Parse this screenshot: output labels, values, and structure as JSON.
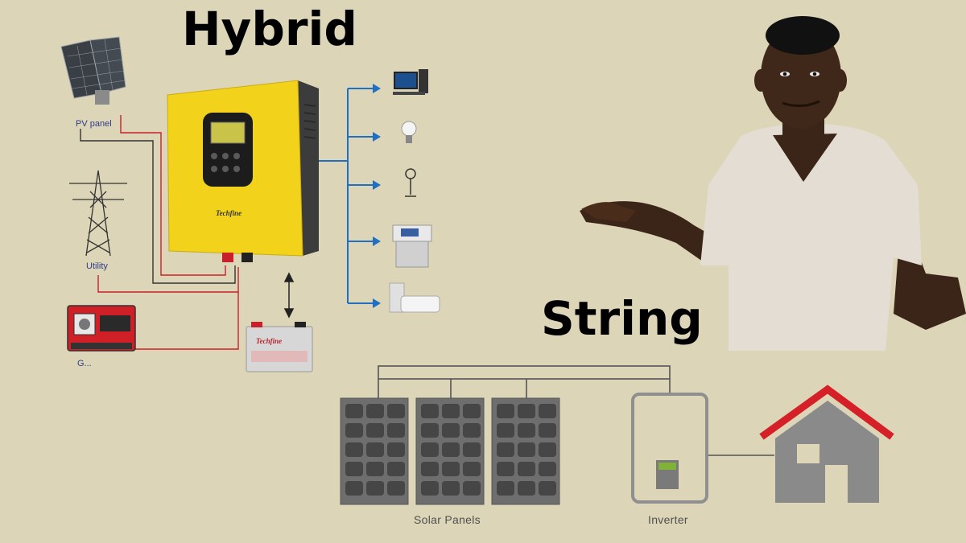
{
  "hybrid": {
    "title": "Hybrid",
    "inverter_brand": "Techfine",
    "battery_brand": "Techfine",
    "sources": [
      {
        "id": "pv",
        "label": "PV panel"
      },
      {
        "id": "utility",
        "label": "Utility"
      },
      {
        "id": "generator",
        "label": "G..."
      }
    ],
    "loads": [
      "computer-icon",
      "bulb-icon",
      "fan-icon",
      "printer-icon",
      "air-conditioner-icon"
    ]
  },
  "string": {
    "title": "String",
    "panels_label": "Solar Panels",
    "inverter_label": "Inverter"
  },
  "colors": {
    "background": "#dcd5b7",
    "inverter_yellow": "#f2d21b",
    "load_arrows": "#1f6fc2",
    "wire_red": "#c8202a",
    "roof_red": "#d62027",
    "panel_gray": "#6e6e6e",
    "house_gray": "#8a8a8a",
    "display_green": "#7fb236"
  }
}
